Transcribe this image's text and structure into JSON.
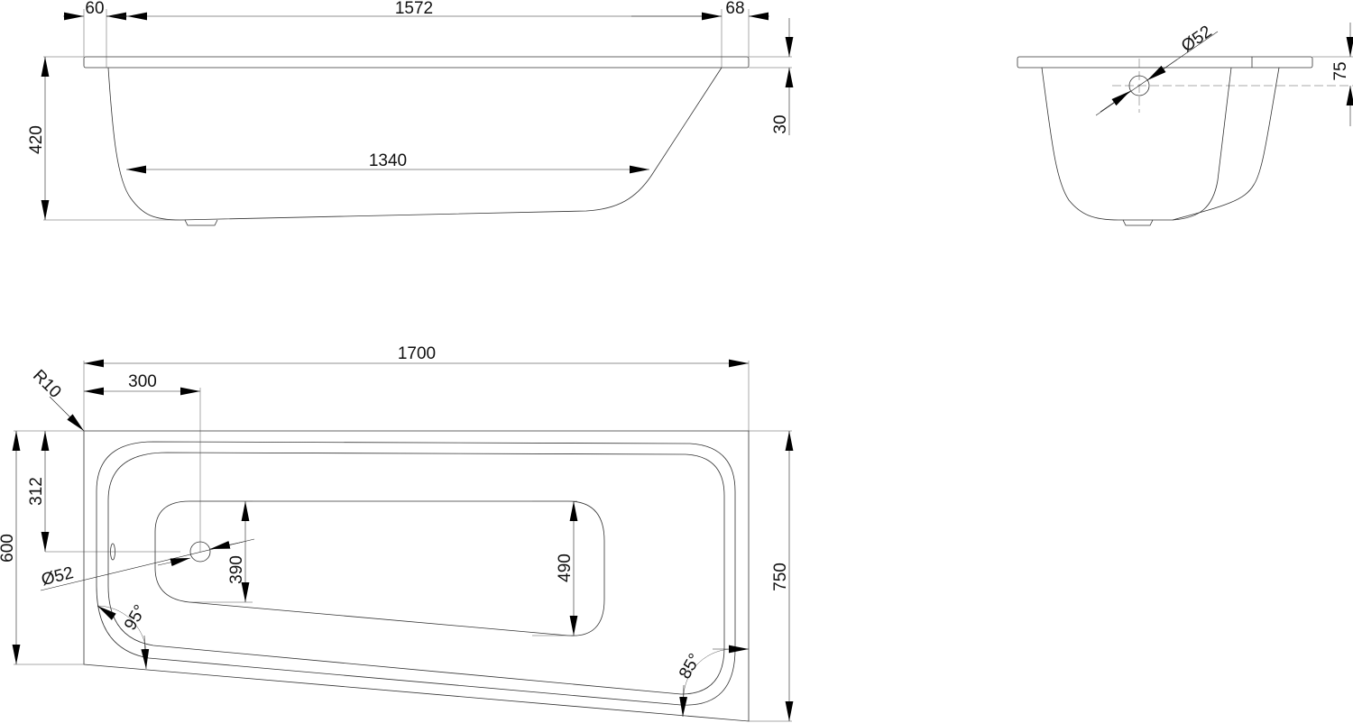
{
  "side_view": {
    "dims": {
      "lip_left": "60",
      "inner_length": "1572",
      "lip_right": "68",
      "height": "420",
      "rim": "30",
      "bottom_length": "1340"
    }
  },
  "end_view": {
    "dims": {
      "drain_diameter": "Ø52",
      "drain_depth": "75"
    }
  },
  "plan_view": {
    "dims": {
      "length": "1700",
      "drain_offset": "300",
      "radius": "R10",
      "width_short": "600",
      "drain_from_edge": "312",
      "width_long": "750",
      "basin_short": "390",
      "basin_long": "490",
      "drain_diameter": "Ø52",
      "angle_left": "95°",
      "angle_right": "85°"
    }
  }
}
